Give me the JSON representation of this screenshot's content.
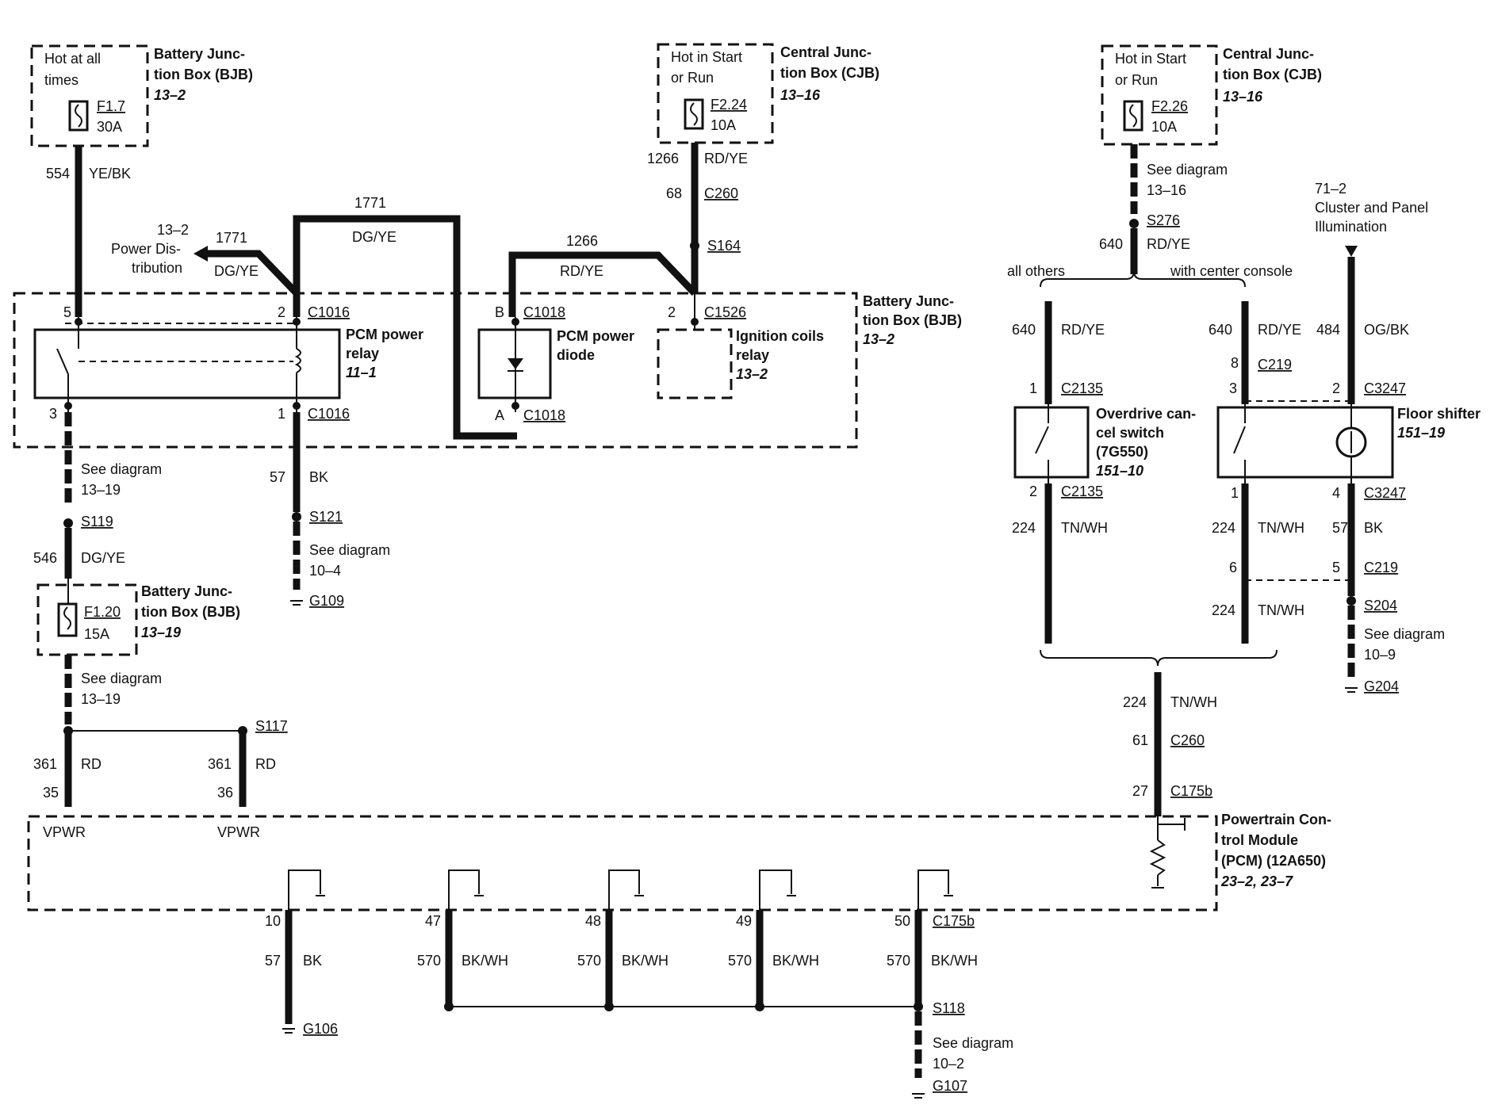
{
  "fuses": {
    "bjb_f17": {
      "hot": [
        "Hot at all",
        "times"
      ],
      "fuse": "F1.7",
      "amp": "30A",
      "title": [
        "Battery Junc-",
        "tion Box (BJB)"
      ],
      "ref": "13–2"
    },
    "cjb_f224": {
      "hot": [
        "Hot in Start",
        "or Run"
      ],
      "fuse": "F2.24",
      "amp": "10A",
      "title": [
        "Central Junc-",
        "tion Box (CJB)"
      ],
      "ref": "13–16"
    },
    "cjb_f226": {
      "hot": [
        "Hot in Start",
        "or Run"
      ],
      "fuse": "F2.26",
      "amp": "10A",
      "title": [
        "Central Junc-",
        "tion Box (CJB)"
      ],
      "ref": "13–16"
    },
    "bjb_f120": {
      "fuse": "F1.20",
      "amp": "15A",
      "title": [
        "Battery Junc-",
        "tion Box (BJB)"
      ],
      "ref": "13–19"
    }
  },
  "wires": {
    "w554": {
      "num": "554",
      "color": "YE/BK"
    },
    "w1771_top": {
      "num": "1771",
      "color": "DG/YE"
    },
    "w1771_left": {
      "num": "1771",
      "color": "DG/YE"
    },
    "w1266_top": {
      "num": "1266",
      "color": "RD/YE"
    },
    "w1266_mid": {
      "num": "1266",
      "color": "RD/YE"
    },
    "w68": {
      "num": "68",
      "conn": "C260"
    },
    "w640_top": {
      "num": "640",
      "color": "RD/YE"
    },
    "w640_l": {
      "num": "640",
      "color": "RD/YE"
    },
    "w640_r": {
      "num": "640",
      "color": "RD/YE"
    },
    "w484": {
      "num": "484",
      "color": "OG/BK"
    },
    "w57_mid": {
      "num": "57",
      "color": "BK"
    },
    "w546": {
      "num": "546",
      "color": "DG/YE"
    },
    "w361_l": {
      "num": "361",
      "color": "RD"
    },
    "w361_r": {
      "num": "361",
      "color": "RD"
    },
    "w224_l": {
      "num": "224",
      "color": "TN/WH"
    },
    "w224_r1": {
      "num": "224",
      "color": "TN/WH"
    },
    "w224_r2": {
      "num": "224",
      "color": "TN/WH"
    },
    "w57_r": {
      "num": "57",
      "color": "BK"
    },
    "w224_bottom": {
      "num": "224",
      "color": "TN/WH"
    },
    "w61": {
      "num": "61",
      "conn": "C260"
    },
    "w27": {
      "num": "27",
      "conn": "C175b"
    },
    "g57": {
      "num": "57",
      "color": "BK"
    },
    "g570_47": {
      "num": "570",
      "color": "BK/WH"
    },
    "g570_48": {
      "num": "570",
      "color": "BK/WH"
    },
    "g570_49": {
      "num": "570",
      "color": "BK/WH"
    },
    "g570_50": {
      "num": "570",
      "color": "BK/WH"
    }
  },
  "labels": {
    "power_dist": [
      "13–2",
      "Power Dis-",
      "tribution"
    ],
    "bjb_big": [
      "Battery Junc-",
      "tion Box (BJB)"
    ],
    "bjb_big_ref": "13–2",
    "pcm_relay": [
      "PCM power",
      "relay"
    ],
    "pcm_relay_ref": "11–1",
    "pcm_diode": [
      "PCM power",
      "diode"
    ],
    "ign_relay": [
      "Ignition coils",
      "relay"
    ],
    "ign_relay_ref": "13–2",
    "s164": "S164",
    "c1526": "C1526",
    "c1016": "C1016",
    "c1018": "C1018",
    "pin5": "5",
    "pin2": "2",
    "pin3": "3",
    "pin1": "1",
    "pinB": "B",
    "pinA": "A",
    "pin2b": "2",
    "see_13_19": [
      "See diagram",
      "13–19"
    ],
    "s119": "S119",
    "s121": "S121",
    "see_10_4": [
      "See diagram",
      "10–4"
    ],
    "g109": "G109",
    "see_13_19b": [
      "See diagram",
      "13–19"
    ],
    "s117": "S117",
    "pin35": "35",
    "pin36": "36",
    "vpwr": "VPWR",
    "pcm": [
      "Powertrain Con-",
      "trol Module",
      "(PCM) (12A650)"
    ],
    "pcm_ref": "23–2, 23–7",
    "see_13_16": [
      "See diagram",
      "13–16"
    ],
    "s276": "S276",
    "all_others": "all others",
    "with_console": "with center console",
    "cluster": [
      "71–2",
      "Cluster and Panel",
      "Illumination"
    ],
    "c2135": "C2135",
    "c219": "C219",
    "c3247": "C3247",
    "od_switch": [
      "Overdrive can-",
      "cel switch",
      "(7G550)"
    ],
    "od_ref": "151–10",
    "floor_shifter": "Floor shifter",
    "floor_ref": "151–19",
    "s204": "S204",
    "see_10_9": [
      "See diagram",
      "10–9"
    ],
    "g204": "G204",
    "c175b": "C175b",
    "s118": "S118",
    "see_10_2": [
      "See diagram",
      "10–2"
    ],
    "g106": "G106",
    "g107": "G107"
  },
  "pins": {
    "p1": "1",
    "p2": "2",
    "p8": "8",
    "p3": "3",
    "p2r": "2",
    "p2b": "2",
    "p1b": "1",
    "p4": "4",
    "p6": "6",
    "p5": "5",
    "p10": "10",
    "p47": "47",
    "p48": "48",
    "p49": "49",
    "p50": "50"
  }
}
